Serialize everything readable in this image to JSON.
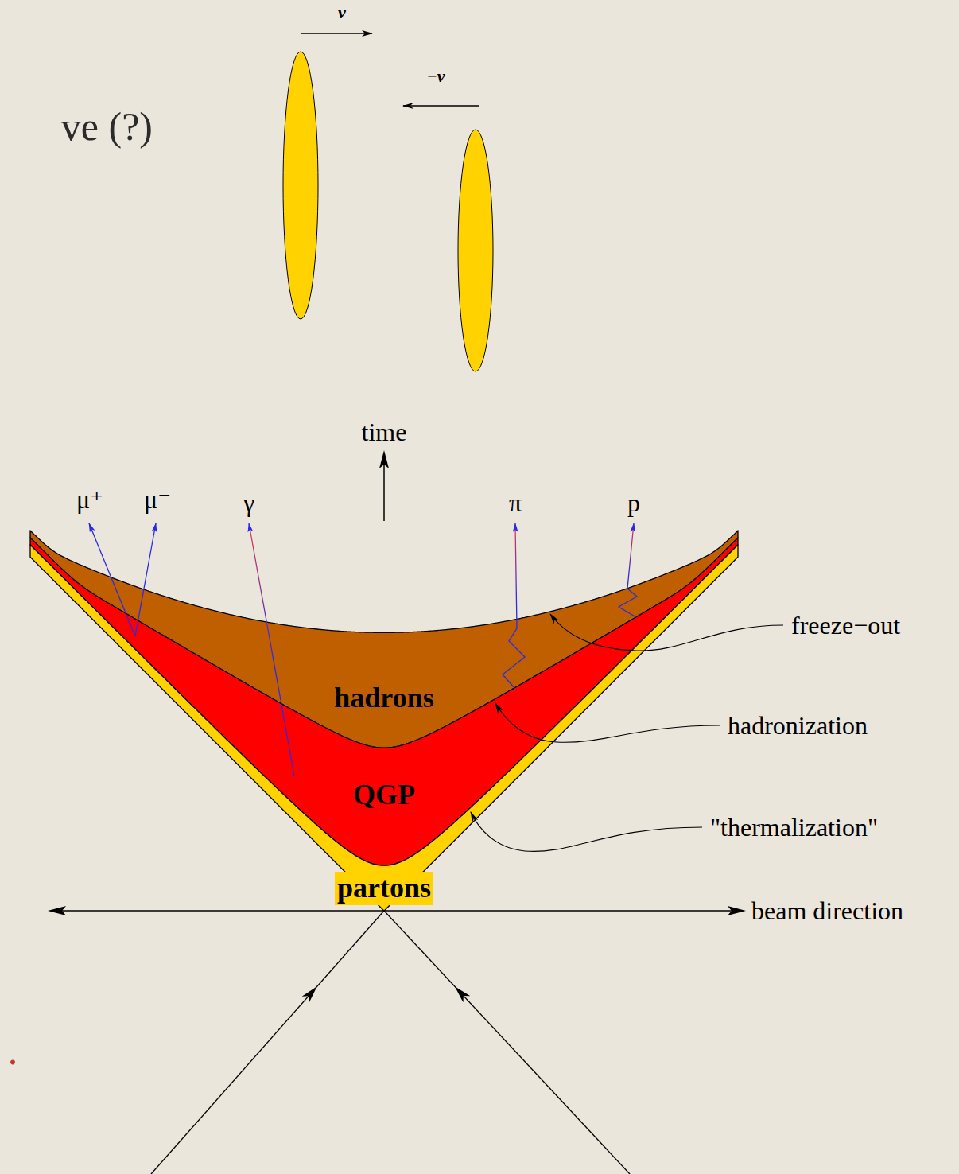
{
  "diagram": {
    "nodes": [
      {
        "text": [
          "hadrons"
        ]
      },
      {
        "text": [
          "QGP"
        ]
      },
      {
        "text": [
          "partons"
        ]
      }
    ],
    "labels": [
      "v",
      "−v",
      "ve (?)",
      "time",
      "μ⁺",
      "μ⁻",
      "γ",
      "π",
      "p",
      "freeze−out",
      "hadronization",
      "\"thermalization\"",
      "beam direction",
      "."
    ]
  }
}
